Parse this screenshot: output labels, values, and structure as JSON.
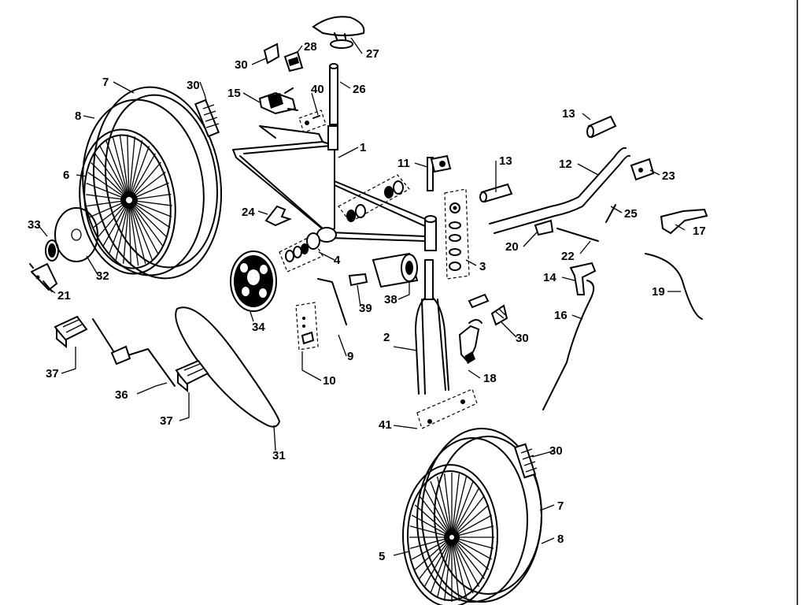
{
  "labels": {
    "p1": "1",
    "p2": "2",
    "p3": "3",
    "p4": "4",
    "p5": "5",
    "p6": "6",
    "p7a": "7",
    "p7b": "7",
    "p8a": "8",
    "p8b": "8",
    "p9": "9",
    "p10": "10",
    "p11": "11",
    "p12": "12",
    "p13a": "13",
    "p13b": "13",
    "p14": "14",
    "p15": "15",
    "p16": "16",
    "p17": "17",
    "p18": "18",
    "p19": "19",
    "p20": "20",
    "p21": "21",
    "p22": "22",
    "p23": "23",
    "p24": "24",
    "p25": "25",
    "p26": "26",
    "p27": "27",
    "p28": "28",
    "p30a": "30",
    "p30b": "30",
    "p30c": "30",
    "p30d": "30",
    "p31": "31",
    "p32": "32",
    "p33": "33",
    "p34": "34",
    "p36": "36",
    "p37a": "37",
    "p37b": "37",
    "p38": "38",
    "p39": "39",
    "p40": "40",
    "p41": "41"
  }
}
